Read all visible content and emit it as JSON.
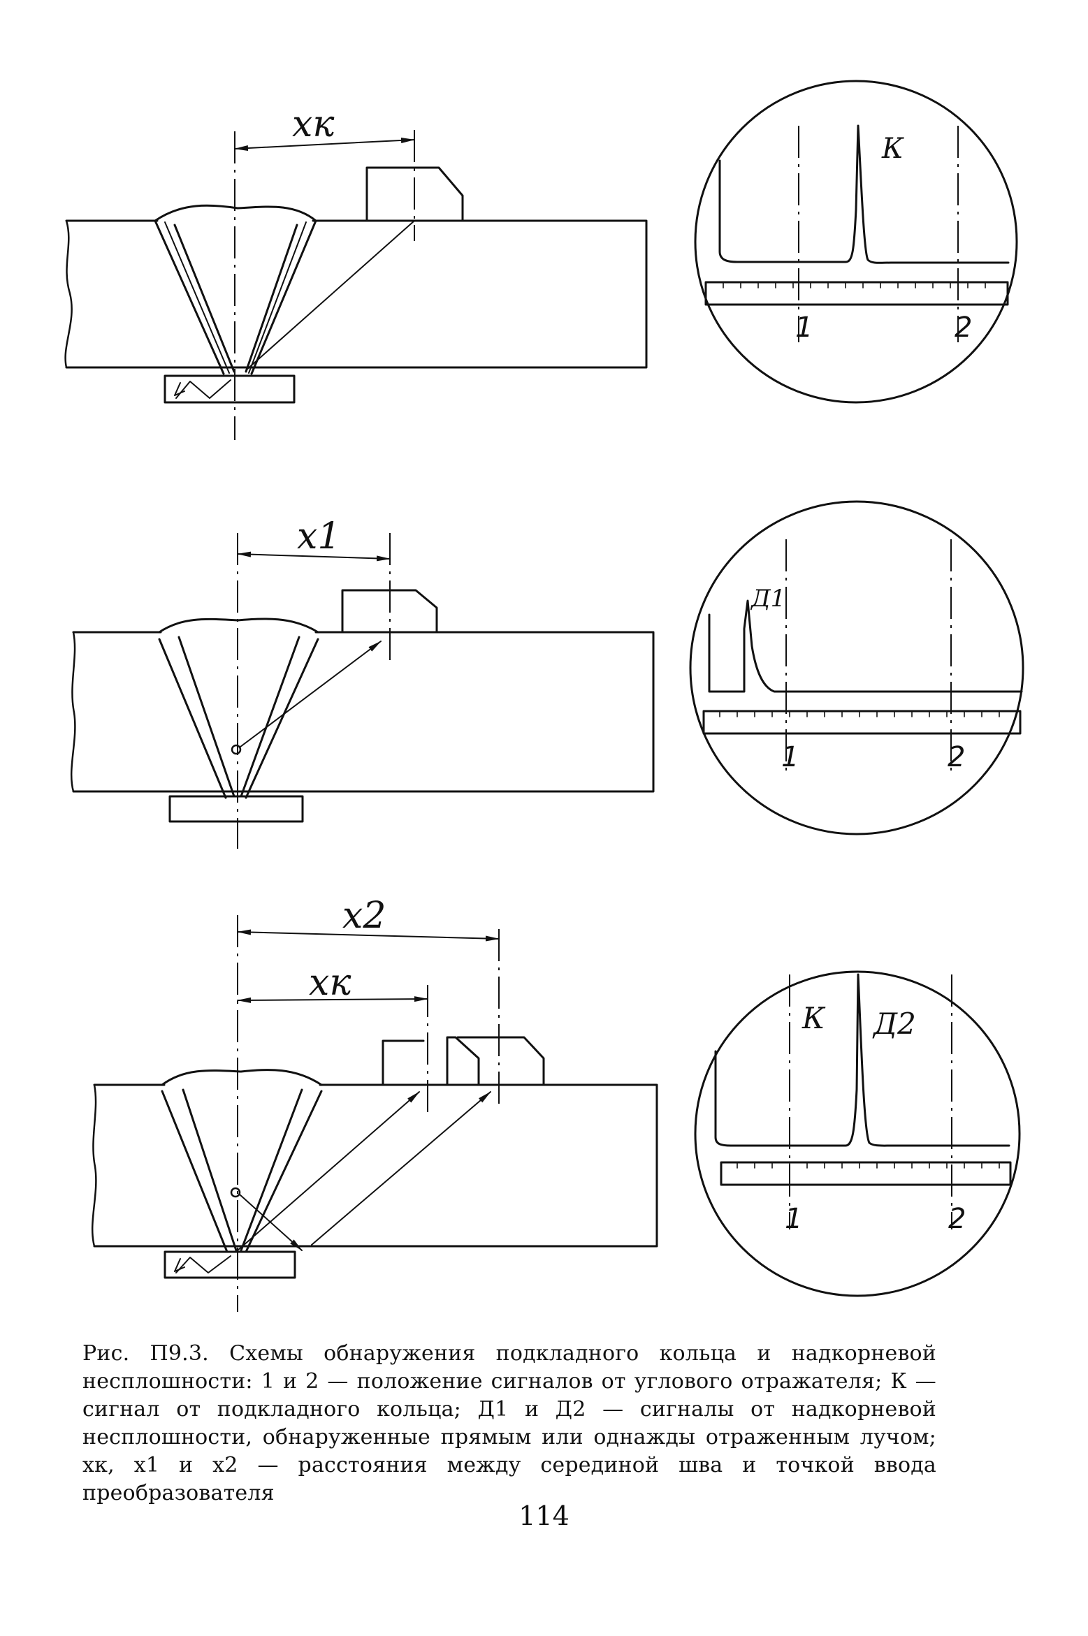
{
  "figure": {
    "panel_top": {
      "distance_label": "xк",
      "scope_signal_label": "К",
      "scale_marks": [
        "1",
        "2"
      ]
    },
    "panel_middle": {
      "distance_label": "x1",
      "scope_signal_label": "Д1",
      "scale_marks": [
        "1",
        "2"
      ]
    },
    "panel_bottom": {
      "distance_label_outer": "x2",
      "distance_label_inner": "xк",
      "scope_signal_labels": [
        "К",
        "Д2"
      ],
      "scale_marks": [
        "1",
        "2"
      ]
    }
  },
  "caption": {
    "text": "Рис. П9.3. Схемы обнаружения подкладного кольца и надкорневой несплошности: 1 и 2 — положение сигналов от углового отражателя; К — сигнал от подкладного кольца; Д1 и Д2 — сигналы от надкорневой несплошности, обнаруженные прямым или однажды отраженным лучом; xк, x1 и x2 — расстояния между серединой шва и точкой ввода преобразователя"
  },
  "page_number": "114"
}
